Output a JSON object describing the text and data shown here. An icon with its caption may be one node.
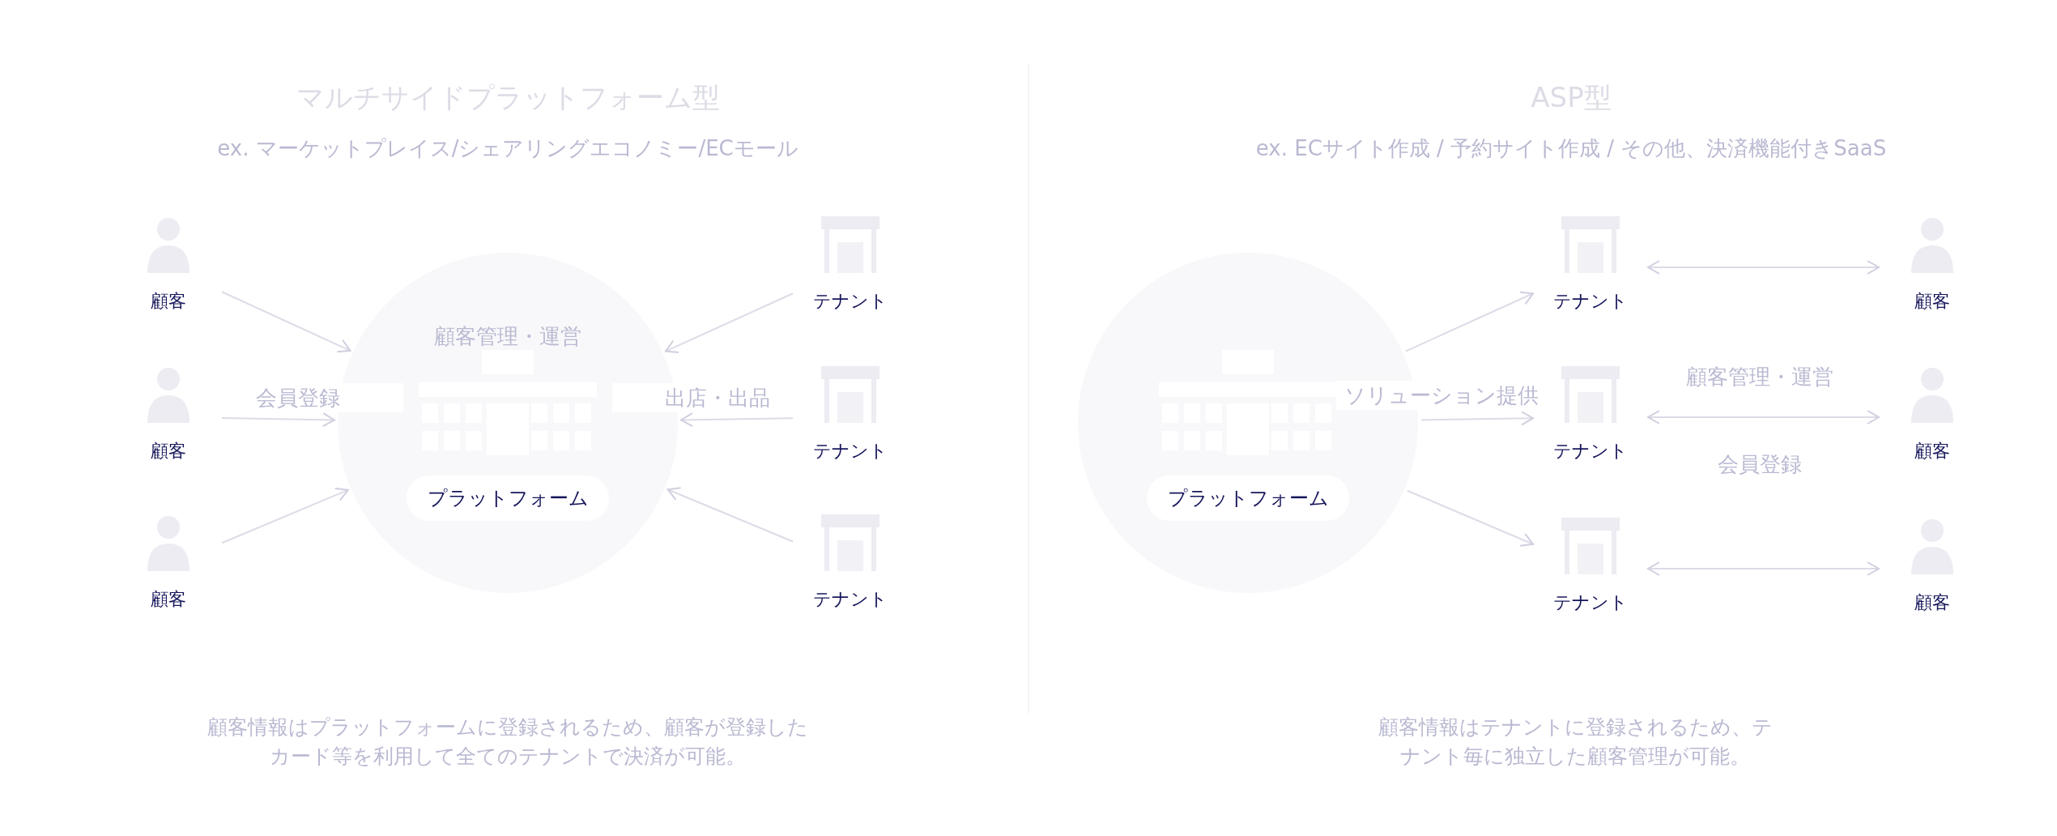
{
  "diagram": {
    "nodes": [
      {
        "text": [
          "顧客"
        ]
      },
      {
        "text": [
          "顧客"
        ]
      },
      {
        "text": [
          "顧客"
        ]
      },
      {
        "text": [
          "プラットフォーム"
        ]
      },
      {
        "text": [
          "テナント"
        ]
      },
      {
        "text": [
          "テナント"
        ]
      },
      {
        "text": [
          "テナント"
        ]
      },
      {
        "text": [
          "プラットフォーム"
        ]
      },
      {
        "text": [
          "テナント"
        ]
      },
      {
        "text": [
          "テナント"
        ]
      },
      {
        "text": [
          "テナント"
        ]
      },
      {
        "text": [
          "顧客"
        ]
      },
      {
        "text": [
          "顧客"
        ]
      },
      {
        "text": [
          "顧客"
        ]
      }
    ],
    "edges": [
      {
        "from": 0,
        "to": 3,
        "arrow": "to"
      },
      {
        "from": 1,
        "to": 3,
        "arrow": "to",
        "label": "会員登録"
      },
      {
        "from": 2,
        "to": 3,
        "arrow": "to"
      },
      {
        "from": 4,
        "to": 3,
        "arrow": "to"
      },
      {
        "from": 5,
        "to": 3,
        "arrow": "to",
        "label": "出店・出品"
      },
      {
        "from": 6,
        "to": 3,
        "arrow": "to"
      },
      {
        "from": 7,
        "to": 8,
        "arrow": "to"
      },
      {
        "from": 7,
        "to": 9,
        "arrow": "to",
        "label": "ソリューション提供"
      },
      {
        "from": 7,
        "to": 10,
        "arrow": "to"
      },
      {
        "from": 8,
        "to": 11,
        "arrow": "both"
      },
      {
        "from": 9,
        "to": 12,
        "arrow": "both"
      },
      {
        "from": 10,
        "to": 13,
        "arrow": "both"
      }
    ],
    "labels": [
      "マルチサイドプラットフォーム型",
      "ex. マーケットプレイス/シェアリングエコノミー/ECモール",
      "ASP型",
      "ex. ECサイト作成 / 予約サイト作成 / その他、決済機能付きSaaS",
      "顧客管理・運営",
      "顧客管理・運営",
      "会員登録",
      "顧客情報はプラットフォームに登録されるため、顧客が登録したカード等を利用して全てのテナントで決済が可能。",
      "顧客情報はテナントに登録されるため、テナント毎に独立した顧客管理が可能。"
    ]
  }
}
